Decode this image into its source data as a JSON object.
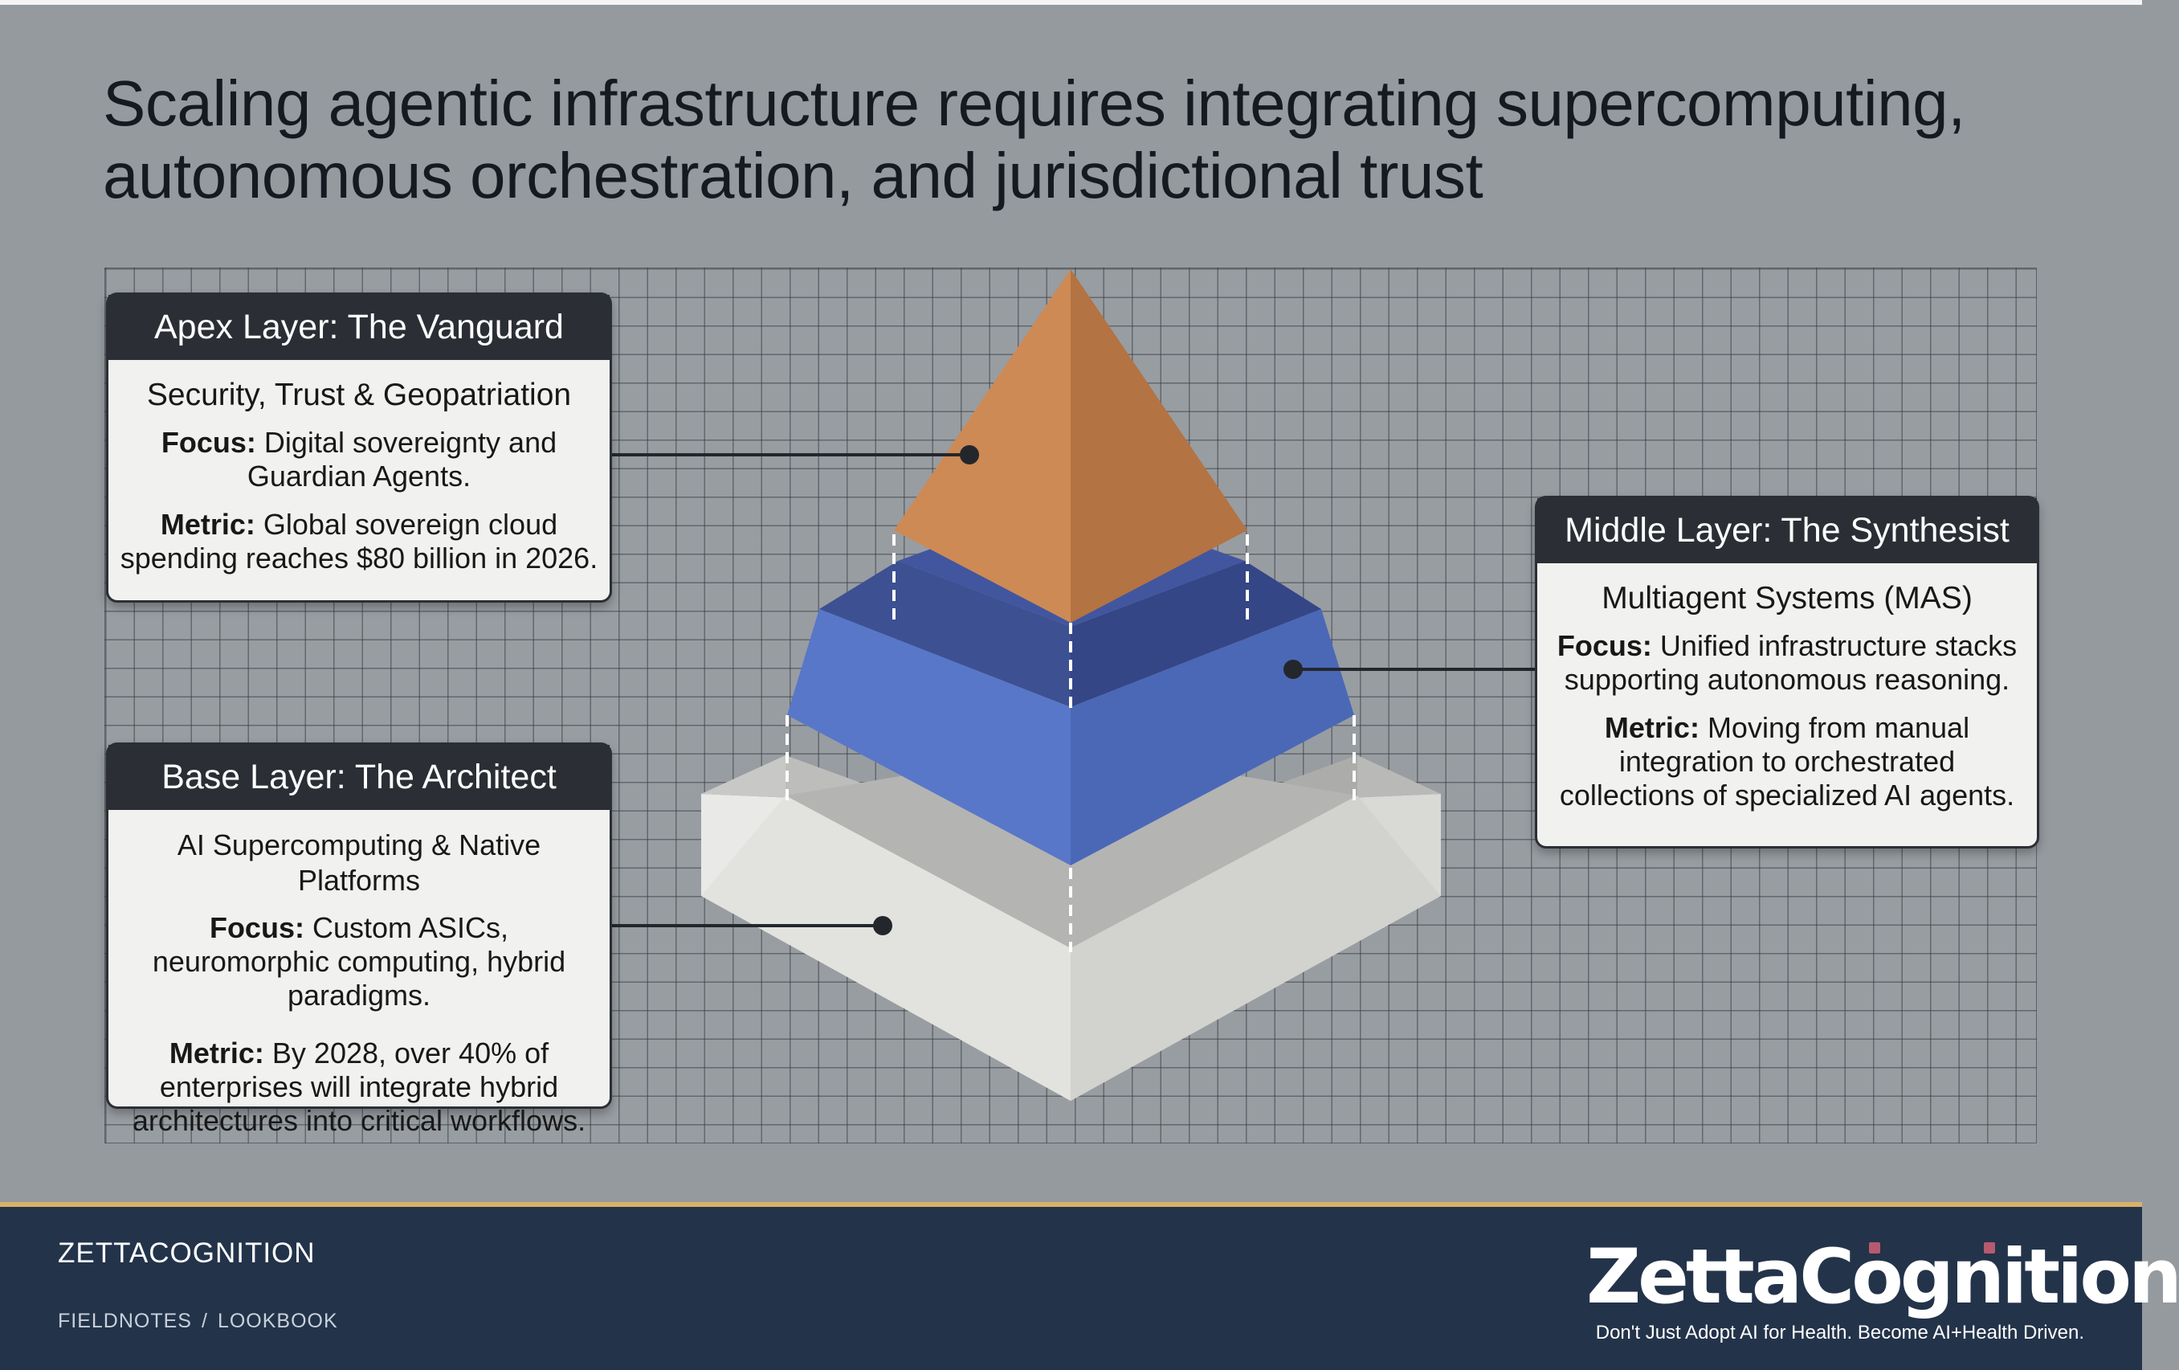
{
  "title": "Scaling agentic infrastructure requires integrating supercomputing, autonomous orchestration, and jurisdictional trust",
  "layers": {
    "apex": {
      "header": "Apex Layer: The Vanguard",
      "subtitle": "Security, Trust & Geopatriation",
      "focus_label": "Focus:",
      "focus_text": " Digital sovereignty and Guardian Agents.",
      "metric_label": "Metric:",
      "metric_text": " Global sovereign cloud spending reaches $80 billion in 2026.",
      "color": "#c98451"
    },
    "middle": {
      "header": "Middle Layer: The Synthesist",
      "subtitle": "Multiagent Systems (MAS)",
      "focus_label": "Focus:",
      "focus_text": " Unified infrastructure stacks supporting autonomous reasoning.",
      "metric_label": "Metric:",
      "metric_text": " Moving from manual integration to orchestrated collections of specialized AI agents.",
      "color": "#5471c2"
    },
    "base": {
      "header": "Base Layer: The Architect",
      "subtitle": "AI Supercomputing & Native Platforms",
      "focus_label": "Focus:",
      "focus_text": " Custom ASICs, neuromorphic computing, hybrid paradigms.",
      "metric_label": "Metric:",
      "metric_text": " By 2028, over 40% of enterprises will integrate hybrid architectures into critical workflows.",
      "color": "#e5e5e2"
    }
  },
  "footer": {
    "brand": "ZETTACOGNITION",
    "crumbs": [
      "FIELDNOTES",
      "LOOKBOOK"
    ],
    "crumb_separator": "/",
    "logo_text": "ZettaCognition",
    "tagline": "Don't Just Adopt AI for Health. Become AI+Health Driven.",
    "accent_color": "#d9b16a",
    "logo_dot_color": "#b55a6f"
  }
}
